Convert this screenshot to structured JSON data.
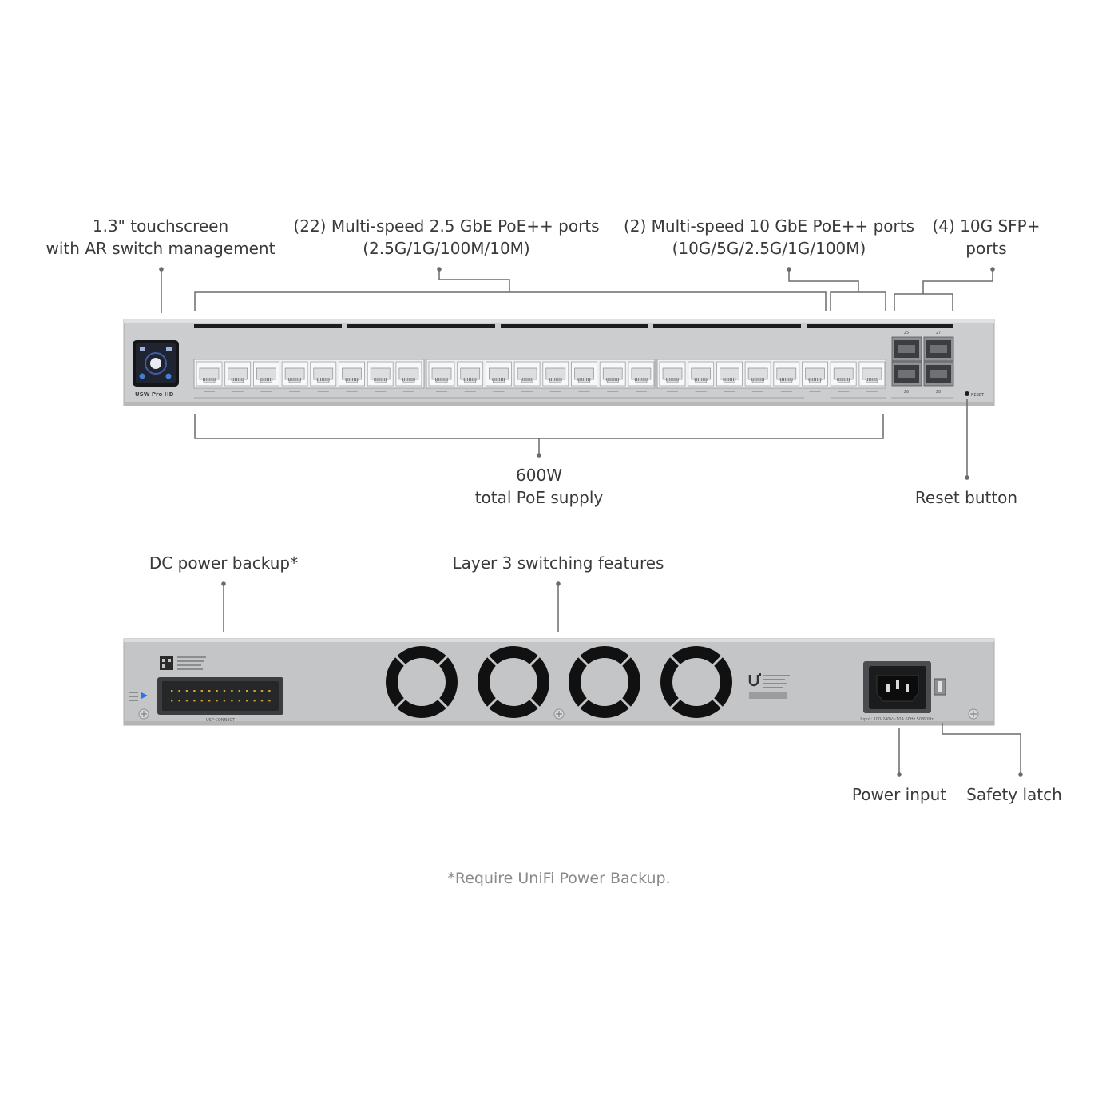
{
  "colors": {
    "chassis": "#c9cbcd",
    "chassis_edge": "#a9abae",
    "port_block": "#e9ebec",
    "callout_line": "#6b6b6b",
    "fan_black": "#111111",
    "text": "#3a3a3a",
    "footnote_text": "#8a8a8a"
  },
  "front": {
    "callouts": {
      "touchscreen": {
        "line1": "1.3\" touchscreen",
        "line2": "with AR switch management"
      },
      "ports_2_5g": {
        "line1": "(22) Multi-speed 2.5 GbE PoE++ ports",
        "line2": "(2.5G/1G/100M/10M)"
      },
      "ports_10g": {
        "line1": "(2) Multi-speed 10 GbE PoE++ ports",
        "line2": "(10G/5G/2.5G/1G/100M)"
      },
      "sfp": {
        "line1": "(4) 10G SFP+",
        "line2": "ports"
      },
      "poe_supply": {
        "line1": "600W",
        "line2": "total PoE supply"
      },
      "reset": {
        "line1": "Reset button"
      }
    },
    "device": {
      "model_label": "USW Pro HD",
      "reset_label": "RESET",
      "rj45_port_count": 24,
      "sfp_port_count": 4,
      "sfp_top_labels": [
        "25",
        "27"
      ],
      "sfp_bottom_labels": [
        "26",
        "28"
      ]
    }
  },
  "rear": {
    "callouts": {
      "dc_backup": {
        "line1": "DC power backup*"
      },
      "layer3": {
        "line1": "Layer 3 switching features"
      },
      "power_input": {
        "line1": "Power input"
      },
      "safety_latch": {
        "line1": "Safety latch"
      }
    },
    "device": {
      "fan_count": 4,
      "usp_label": "USP CONNECT",
      "power_spec": "Input: 100-240V~10A 60Hz 50/60Hz"
    }
  },
  "footnote": "*Require UniFi Power Backup."
}
